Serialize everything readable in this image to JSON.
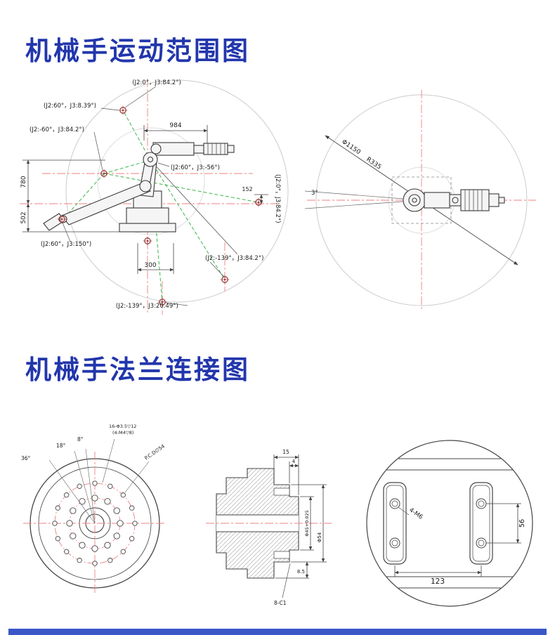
{
  "sections": {
    "motion_range": {
      "title": "机械手运动范围图",
      "labels": {
        "top": "(J2:0°，J3:84.2°)",
        "upper_left_outer": "(J2:60°，J3:8.39°)",
        "upper_left_inner": "(J2:-60°，J3:84.2°)",
        "mid_right": "(J2:60°，J3:-56°)",
        "lower_left": "(J2:60°，J3:150°)",
        "lower_right": "(J2:-139°，J3:84.2°)",
        "bottom": "(J2:-139°，J3:20.49°)",
        "right_vertical": "(J2:0°，J3:84.2°)"
      },
      "dimensions": {
        "width_984": "984",
        "height_780": "780",
        "height_502": "502",
        "width_300": "300",
        "offset_152": "152"
      },
      "top_view": {
        "diameter": "Φ1150",
        "radius": "R335",
        "angle": "3°"
      }
    },
    "flange": {
      "title": "机械手法兰连接图",
      "face_view": {
        "angle_36": "36°",
        "angle_18": "18°",
        "angle_8": "8°",
        "holes_note_1": "16-Φ3.5▽12",
        "holes_note_2": "(4-M4▽8)",
        "pitch_circle": "P.C.D∅54"
      },
      "section_view": {
        "depth_15": "15",
        "depth_4": "4",
        "bore_diameter": "Φ45+0.025",
        "flange_diameter": "Φ54",
        "offset_8_5": "8.5",
        "chamfer_note": "8-C1"
      },
      "detail_view": {
        "thread_note": "4-M6",
        "height_56": "56",
        "width_123": "123"
      }
    }
  },
  "colors": {
    "title_blue": "#2236ac",
    "centerline_red": "#ef8080",
    "motion_green": "#3cb54a",
    "line_dark": "#3a3a3a",
    "envelope_gray": "#cccccc",
    "marker_red": "#a04040",
    "footer_blue": "#3a57c8"
  }
}
